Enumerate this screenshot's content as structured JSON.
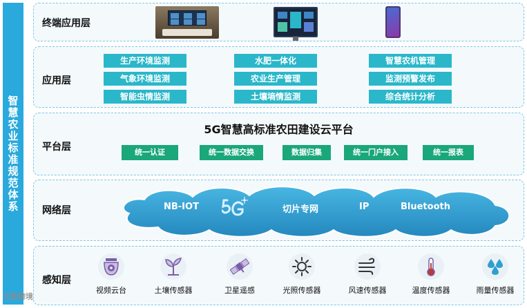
{
  "side_title": "智慧农业标准规范体系",
  "layers": {
    "terminal": {
      "title": "终端应用层"
    },
    "application": {
      "title": "应用层",
      "col_a": [
        "生产环境监测",
        "气象环境监测",
        "智能虫情监测"
      ],
      "col_b": [
        "水肥一体化",
        "农业生产管理",
        "土壤墒情监测"
      ],
      "col_c": [
        "智慧农机管理",
        "监测预警发布",
        "综合统计分析"
      ]
    },
    "platform": {
      "title": "平台层",
      "headline": "5G智慧高标准农田建设云平台",
      "buttons": [
        "统一认证",
        "统一数据交换",
        "数据归集",
        "统一门户接入",
        "统一报表"
      ]
    },
    "network": {
      "title": "网络层",
      "items": [
        "NB-IOT",
        "切片专网",
        "IP",
        "Bluetooth"
      ]
    },
    "perception": {
      "title": "感知层",
      "items": [
        {
          "label": "视频云台",
          "icon": "camera-dome-icon"
        },
        {
          "label": "土壤传感器",
          "icon": "sprout-icon"
        },
        {
          "label": "卫星遥感",
          "icon": "satellite-icon"
        },
        {
          "label": "光照传感器",
          "icon": "sun-icon"
        },
        {
          "label": "风速传感器",
          "icon": "wind-icon"
        },
        {
          "label": "温度传感器",
          "icon": "thermometer-icon"
        },
        {
          "label": "雨量传感器",
          "icon": "raindrops-icon"
        }
      ]
    }
  },
  "colors": {
    "side_bar": "#2aa9dd",
    "app_button": "#2ab7c9",
    "platform_button": "#1aa77a",
    "cloud": "#2f9fd0",
    "icon": "#7a5ca8"
  },
  "watermark": "大数跨境"
}
